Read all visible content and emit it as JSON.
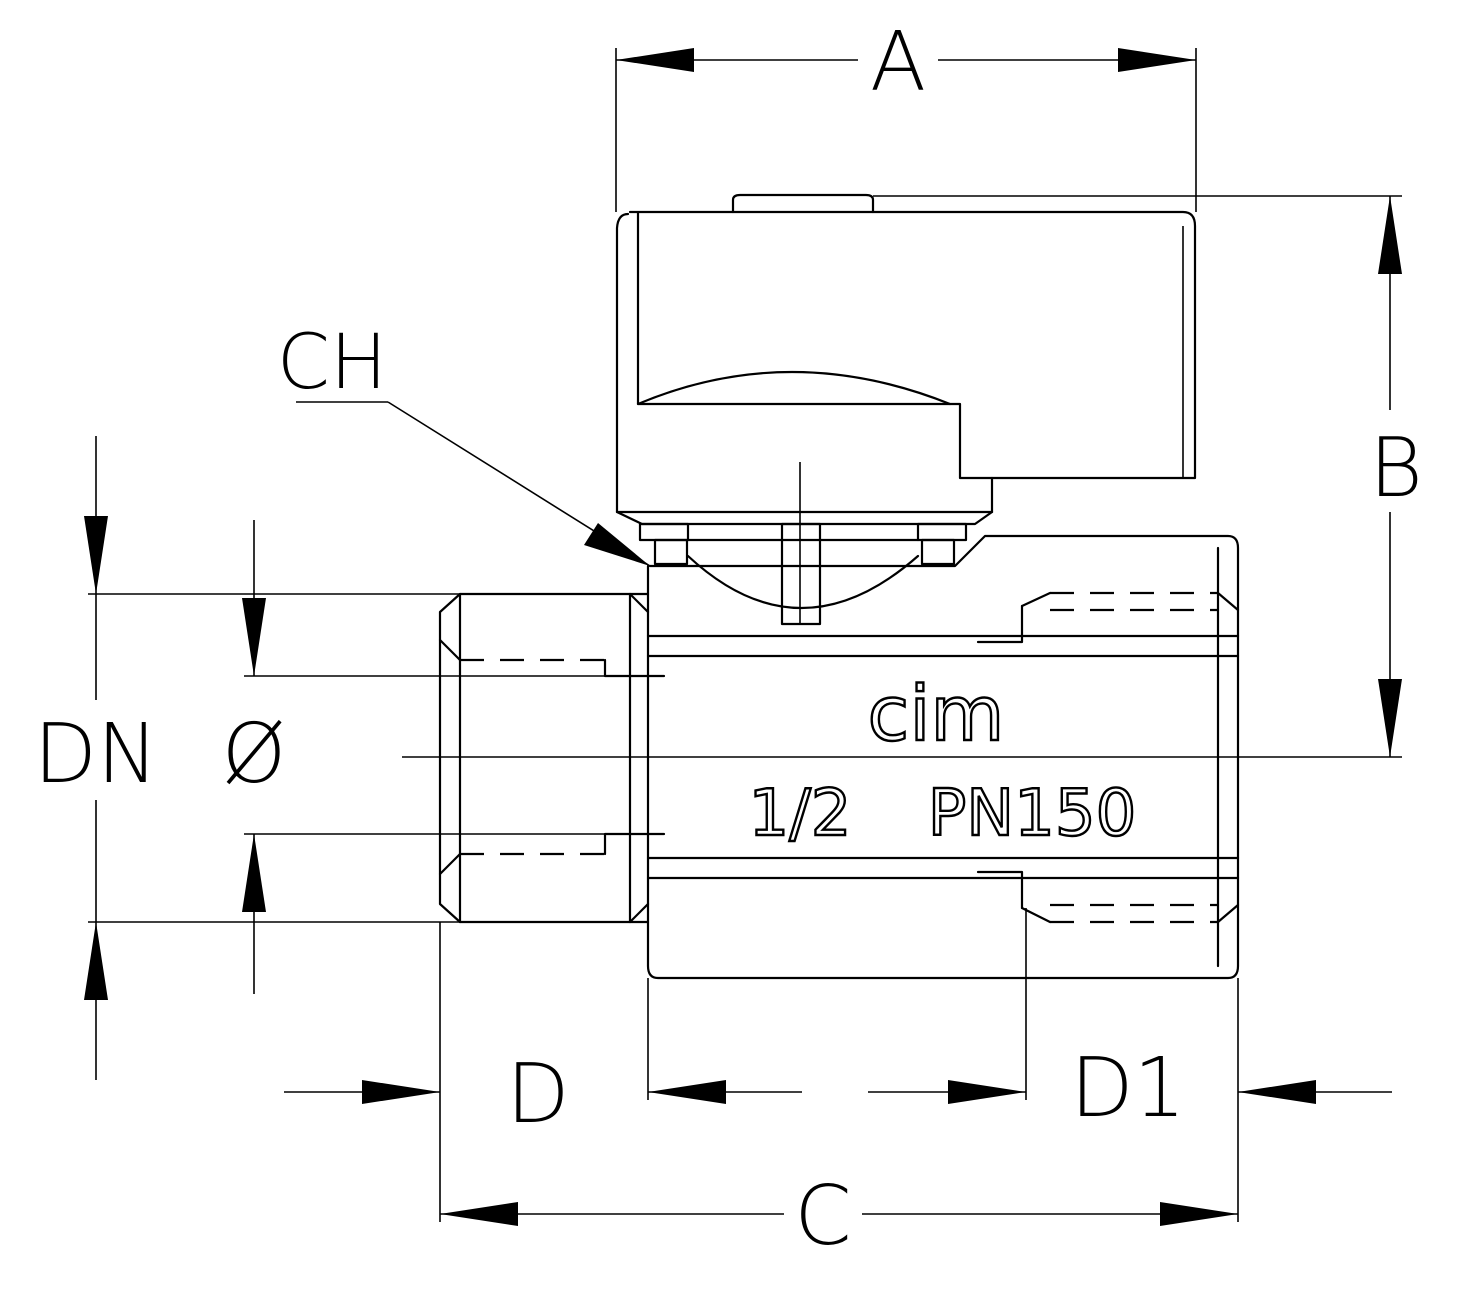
{
  "dimensions": {
    "a": "A",
    "b": "B",
    "c": "C",
    "d": "D",
    "d1": "D1",
    "dn": "DN",
    "diameter": "Ø",
    "ch": "CH"
  },
  "body_markings": {
    "brand": "cim",
    "size": "1/2",
    "pressure": "PN150"
  }
}
